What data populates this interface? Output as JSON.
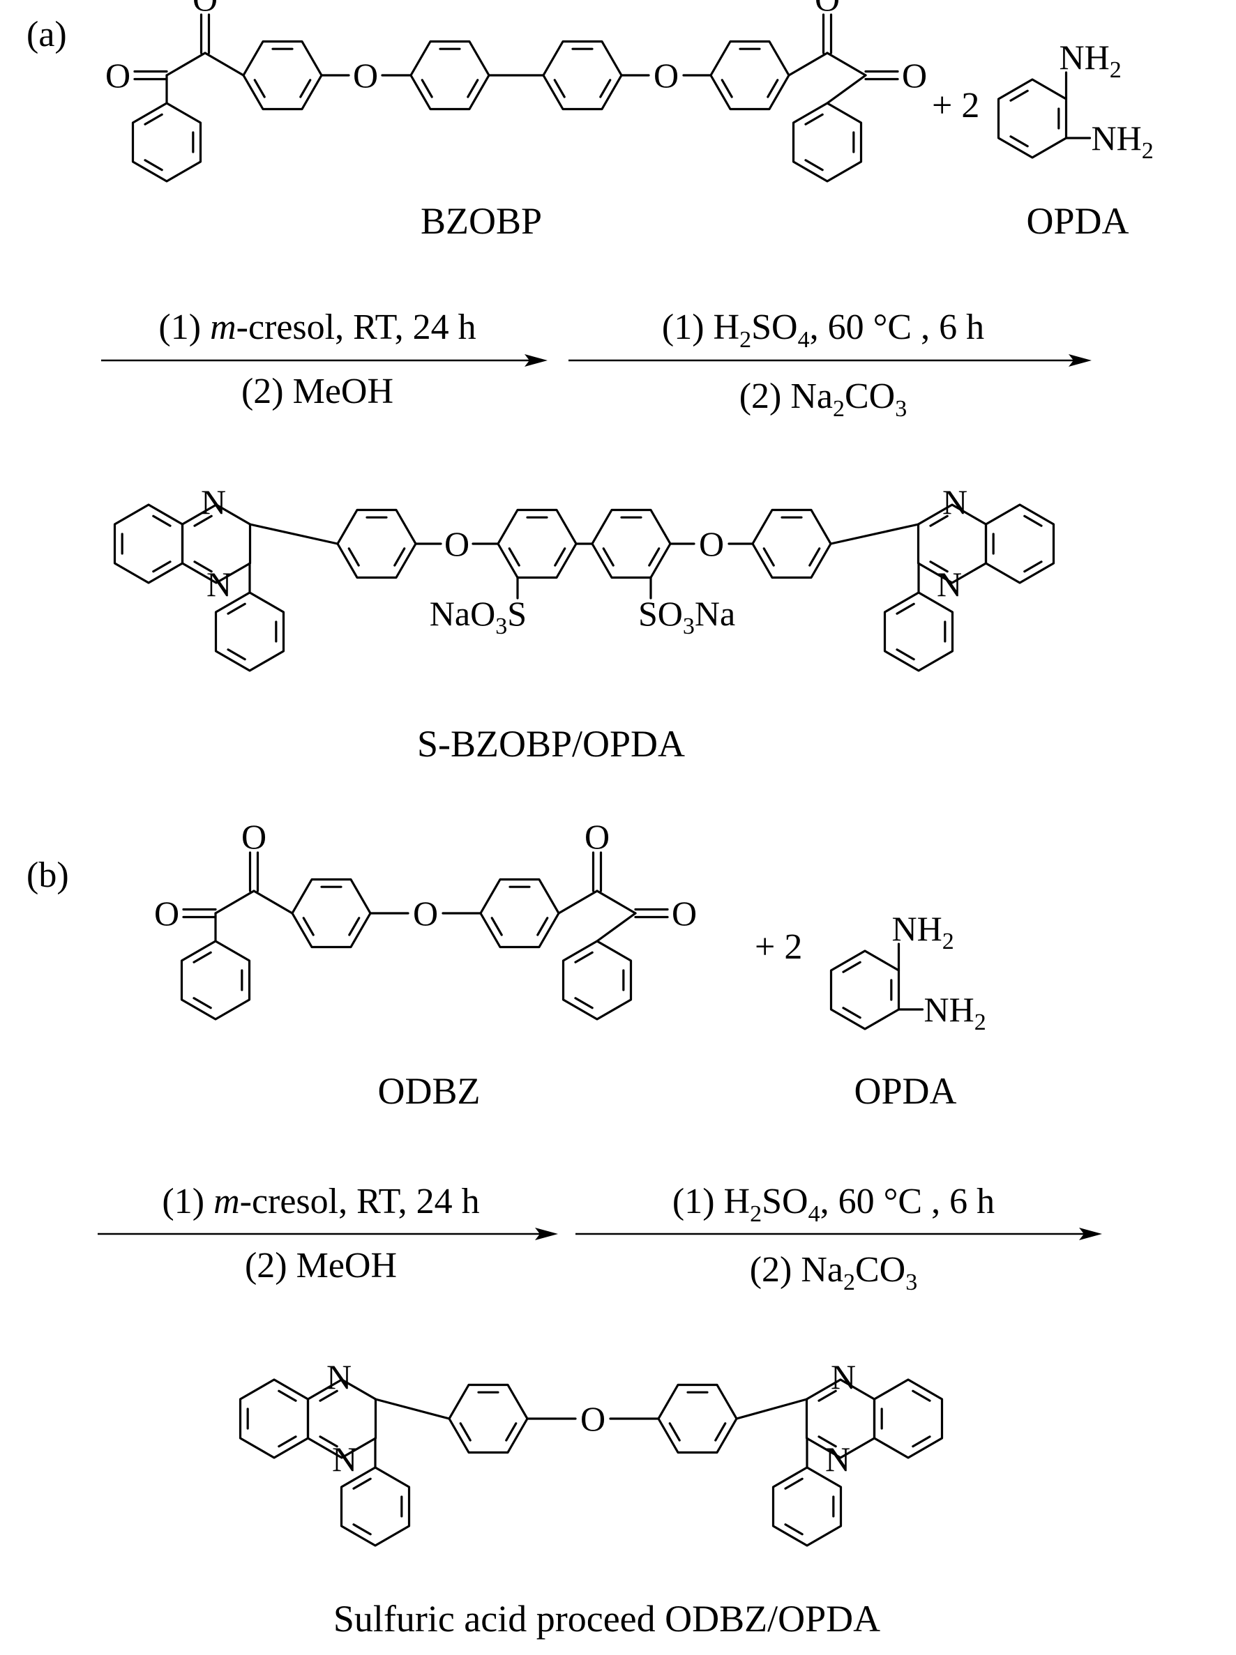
{
  "panel_a": {
    "label": "(a)",
    "reactant_name": "BZOBP",
    "reagent_name": "OPDA",
    "plus": "+ 2",
    "step1": {
      "line1": [
        "(1) ",
        "m",
        "-cresol, RT, 24 h"
      ],
      "line2": "(2) MeOH"
    },
    "step2": {
      "line1": [
        "(1) H",
        "2",
        "SO",
        "4",
        ", 60 °C , 6 h"
      ],
      "line2": [
        "(2) Na",
        "2",
        "CO",
        "3"
      ]
    },
    "product_name": "S-BZOBP/OPDA",
    "sulfonate_left": [
      "NaO",
      "3",
      "S"
    ],
    "sulfonate_right": [
      "SO",
      "3",
      "Na"
    ]
  },
  "panel_b": {
    "label": "(b)",
    "reactant_name": "ODBZ",
    "reagent_name": "OPDA",
    "plus": "+ 2",
    "step1": {
      "line1": [
        "(1) ",
        "m",
        "-cresol, RT, 24 h"
      ],
      "line2": "(2) MeOH"
    },
    "step2": {
      "line1": [
        "(1) H",
        "2",
        "SO",
        "4",
        ", 60 °C , 6 h"
      ],
      "line2": [
        "(2) Na",
        "2",
        "CO",
        "3"
      ]
    },
    "product_name": "Sulfuric acid proceed ODBZ/OPDA"
  },
  "atoms": {
    "O": "O",
    "N": "N",
    "NH2": [
      "NH",
      "2"
    ]
  }
}
